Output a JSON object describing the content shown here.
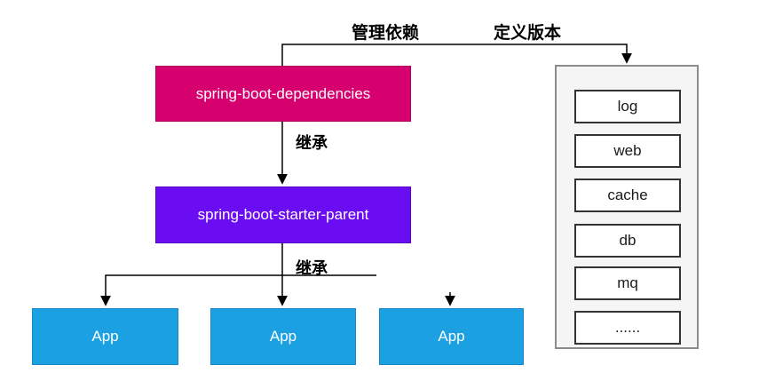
{
  "edges": {
    "manage_dependencies_label": "管理依赖",
    "define_versions_label": "定义版本",
    "inherit_top_label": "继承",
    "inherit_bottom_label": "继承"
  },
  "nodes": {
    "dependencies": {
      "label": "spring-boot-dependencies",
      "fill": "#D6006E"
    },
    "starter_parent": {
      "label": "spring-boot-starter-parent",
      "fill": "#6A0DF2"
    },
    "apps": [
      {
        "label": "App"
      },
      {
        "label": "App"
      },
      {
        "label": "App"
      }
    ],
    "app_fill": "#1BA1E2"
  },
  "panel": {
    "items": [
      "log",
      "web",
      "cache",
      "db",
      "mq",
      "......"
    ]
  }
}
